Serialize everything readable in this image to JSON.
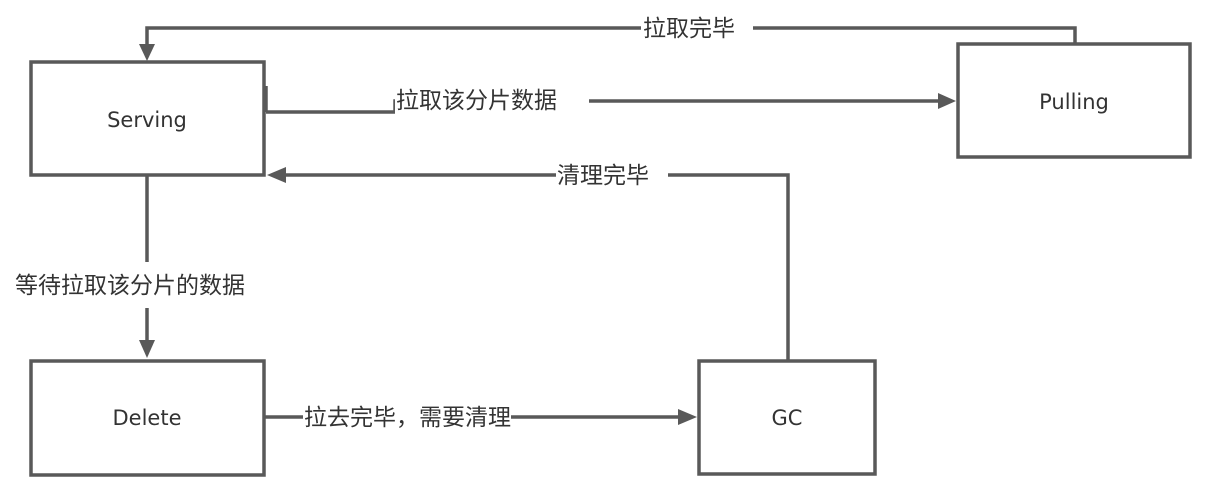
{
  "diagram": {
    "type": "state-diagram",
    "colors": {
      "stroke": "#595959",
      "text": "#333333",
      "background": "#ffffff"
    },
    "nodes": {
      "serving": {
        "label": "Serving"
      },
      "pulling": {
        "label": "Pulling"
      },
      "delete": {
        "label": "Delete"
      },
      "gc": {
        "label": "GC"
      }
    },
    "edges": {
      "pulling_to_serving": {
        "from": "Pulling",
        "to": "Serving",
        "label": "拉取完毕"
      },
      "serving_to_pulling": {
        "from": "Serving",
        "to": "Pulling",
        "label": "拉取该分片数据"
      },
      "gc_to_serving": {
        "from": "GC",
        "to": "Serving",
        "label": "清理完毕"
      },
      "serving_to_delete": {
        "from": "Serving",
        "to": "Delete",
        "label": "等待拉取该分片的数据"
      },
      "delete_to_gc": {
        "from": "Delete",
        "to": "GC",
        "label": "拉去完毕，需要清理"
      }
    }
  }
}
